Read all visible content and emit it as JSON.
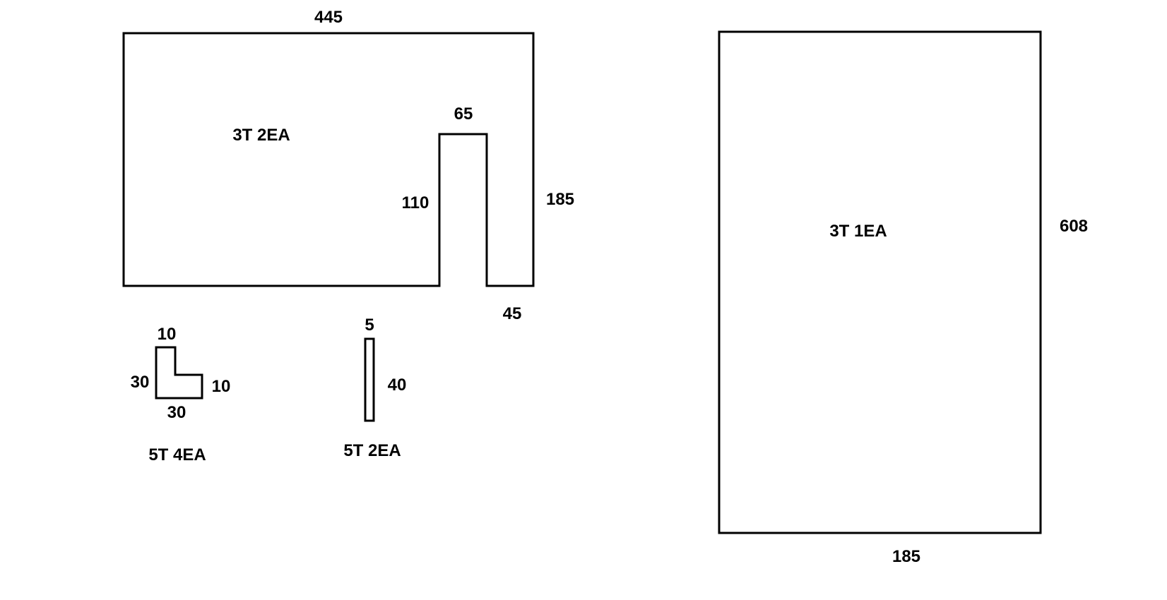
{
  "colors": {
    "stroke": "#000000",
    "background": "#ffffff"
  },
  "part_a": {
    "width": "445",
    "notch_width": "65",
    "notch_depth": "110",
    "height": "185",
    "offset": "45",
    "spec": "3T 2EA"
  },
  "part_b": {
    "height": "608",
    "width": "185",
    "spec": "3T 1EA"
  },
  "part_c": {
    "top_width": "10",
    "left_height": "30",
    "right_height": "10",
    "bottom_width": "30",
    "spec": "5T 4EA"
  },
  "part_d": {
    "width": "5",
    "height": "40",
    "spec": "5T 2EA"
  }
}
